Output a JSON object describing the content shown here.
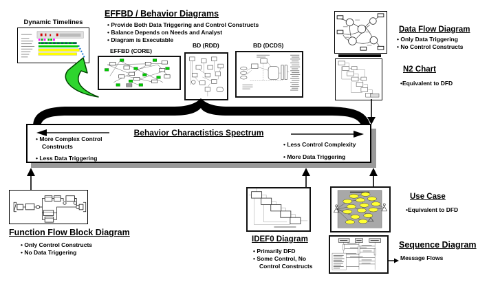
{
  "dynamic_timelines": {
    "title": "Dynamic Timelines"
  },
  "effbd": {
    "heading": "EFFBD / Behavior Diagrams",
    "bullets": [
      "• Provide Both Data Triggering and Control Constructs",
      "• Balance Depends on Needs and Analyst",
      "• Diagram is Executable"
    ],
    "core_label": "EFFBD (CORE)",
    "rdd_label": "BD (RDD)",
    "dcds_label": "BD (DCDS)"
  },
  "data_flow": {
    "heading": "Data Flow Diagram",
    "bullets": [
      "• Only Data Triggering",
      "• No Control Constructs"
    ]
  },
  "n2_chart": {
    "heading": "N2 Chart",
    "bullet": "•Equivalent to DFD"
  },
  "spectrum": {
    "title": "Behavior Charactistics Spectrum",
    "left_bullets": [
      "• More Complex Control Constructs",
      "• Less Data Triggering"
    ],
    "right_bullets": [
      "• Less Control Complexity",
      "• More Data Triggering"
    ]
  },
  "ffbd": {
    "heading": "Function Flow Block Diagram",
    "bullets": [
      "• Only Control Constructs",
      "• No Data Triggering"
    ]
  },
  "idef0": {
    "heading": "IDEF0 Diagram",
    "bullets": [
      "• Primarily DFD",
      "• Some Control, No Control Constructs"
    ]
  },
  "use_case": {
    "heading": "Use Case",
    "bullet": "•Equivalent to DFD"
  },
  "sequence": {
    "heading": "Sequence Diagram",
    "annotation": "Message Flows"
  },
  "colors": {
    "accent_green": "#2ed52e",
    "shadow_gray": "#999999",
    "node_green": "#00cc00",
    "highlight_yellow": "#ffff00",
    "usecase_gray": "#a8a8a8"
  }
}
